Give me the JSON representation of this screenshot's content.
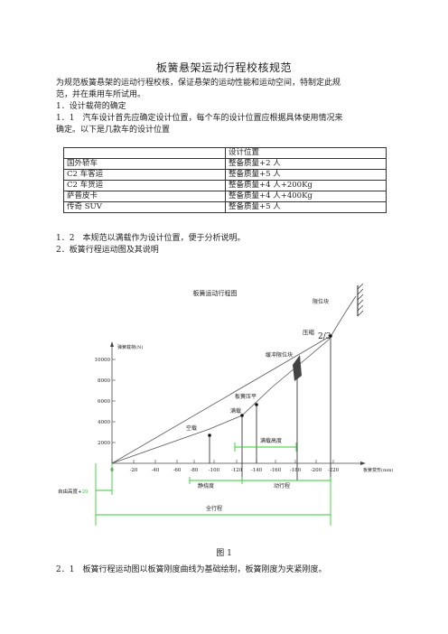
{
  "title": "板簧悬架运动行程校核规范",
  "intro_lines": [
    "为规范板簧悬架的运动行程校核，保证悬架的运动性能和运动空间，特制定此规",
    "范，并在乘用车所试用。"
  ],
  "section_1": "1．设计载荷的确定",
  "section_1_1_lines": [
    "1．1　汽车设计首先应确定设计位置，每个车的设计位置应根据具体使用情况来",
    "确定。以下是几款车的设计位置"
  ],
  "table": {
    "header": [
      "",
      "设计位置"
    ],
    "rows": [
      [
        "国外轿车",
        "整备质量+2 人"
      ],
      [
        "C2 车客运",
        "整备质量+5 人"
      ],
      [
        "C2 车货运",
        "整备质量+4 人+200Kg"
      ],
      [
        "萨普皮卡",
        "整备质量+4 人+400Kg"
      ],
      [
        "传奇 SUV",
        "整备质量+5 人"
      ]
    ]
  },
  "section_1_2": "1．2　本规范以满载作为设计位置，便于分析说明。",
  "section_2": "2．板簧行程运动图及其说明",
  "figure": {
    "title": "板簧运动行程图",
    "ylabel": "弹簧载荷(N)",
    "xlabel": "板簧变形(mm)",
    "y_ticks": [
      "10000",
      "8000",
      "6000",
      "4000",
      "2000"
    ],
    "x_ticks": [
      "0",
      "-20",
      "-40",
      "-60",
      "-80",
      "-100",
      "-120",
      "-140",
      "-160",
      "-180",
      "-200",
      "-220"
    ],
    "colors": {
      "line": "#555555",
      "green": "#33cc33"
    },
    "labels": {
      "limit_block": "限位块",
      "compress": "压缩",
      "compress_ratio": "2/3",
      "stopper": "缓冲限位块",
      "clamp": "板簧压平",
      "full": "满载",
      "empty": "空载",
      "full_height": "满载高度",
      "rebound_prefix": "自由高度+",
      "rebound_value": "20",
      "static": "静挠度",
      "dynamic": "动行程",
      "total": "全行程"
    }
  },
  "figure_caption": "图 1",
  "section_2_1": "2．1　板簧行程运动图以板簧刚度曲线为基础绘制，板簧刚度为夹紧刚度。"
}
